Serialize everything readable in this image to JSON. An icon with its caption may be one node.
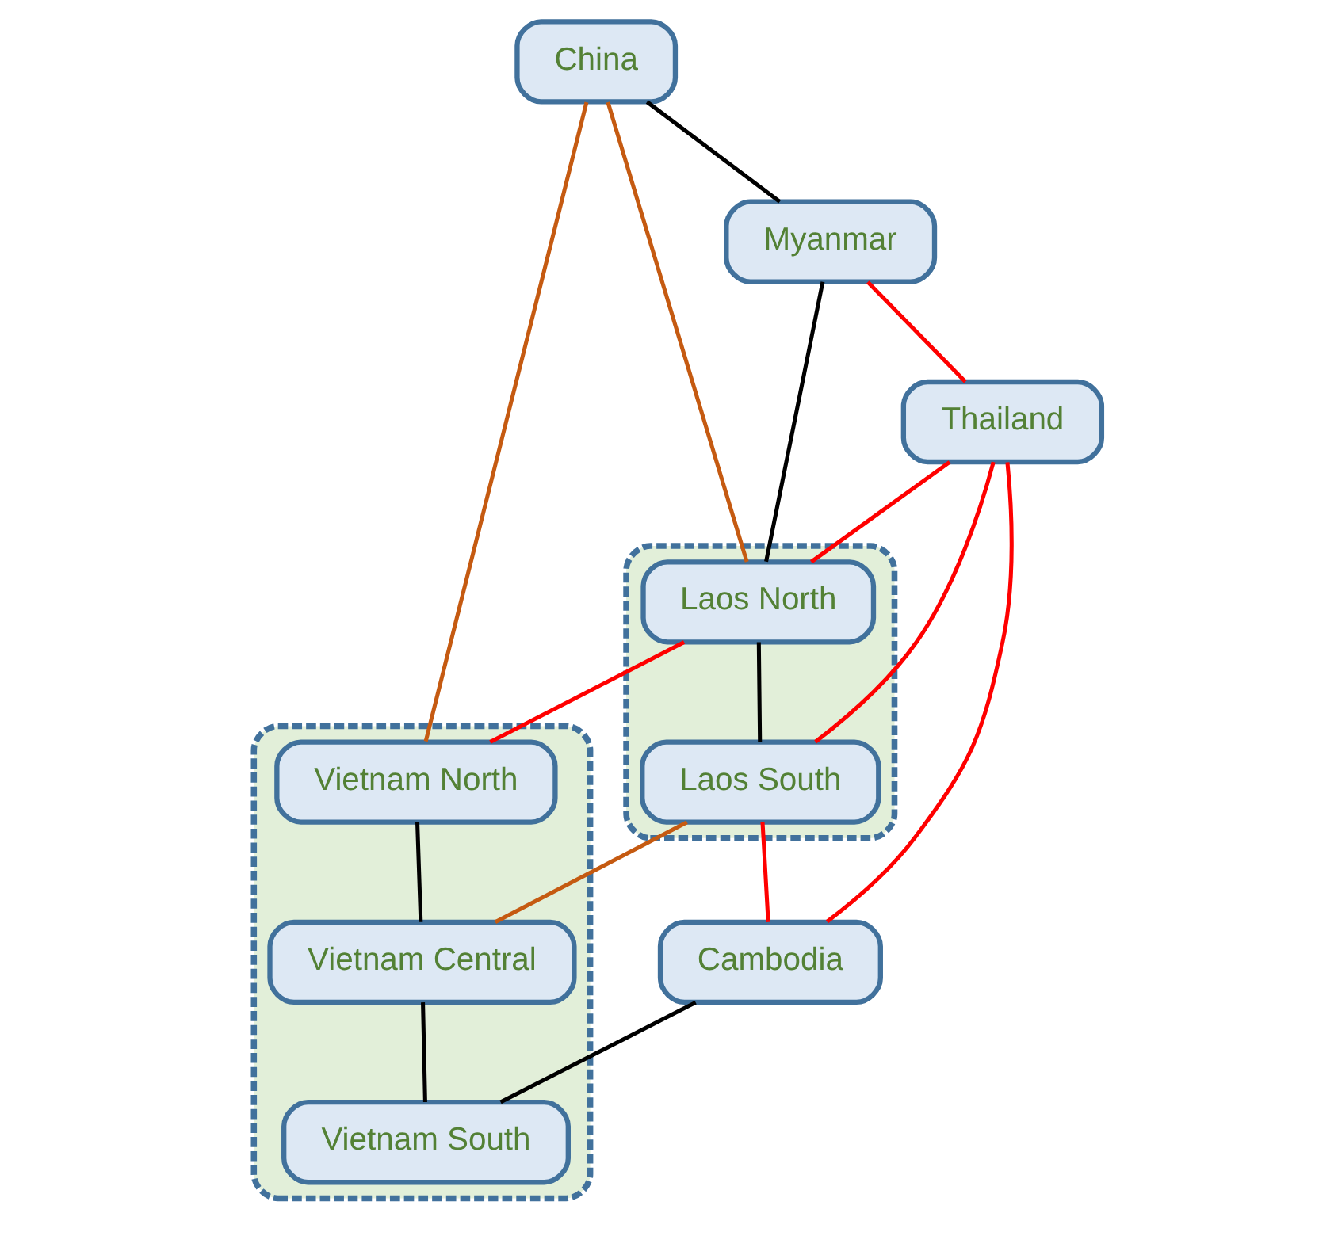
{
  "diagram": {
    "nodes": [
      {
        "text": [
          "China"
        ]
      },
      {
        "text": [],
        "shape": "box"
      },
      {
        "text": [
          "Laos North"
        ],
        "in": 1
      },
      {
        "text": [],
        "shape": "box"
      },
      {
        "text": [
          "Vietnam North"
        ],
        "in": 3
      },
      {
        "text": [
          "Myanmar"
        ]
      },
      {
        "text": [
          "Laos South"
        ],
        "in": 1
      },
      {
        "text": [
          "Vietnam Central"
        ],
        "in": 3
      },
      {
        "text": [
          "Thailand"
        ]
      },
      {
        "text": [
          "Cambodia"
        ]
      },
      {
        "text": [
          "Vietnam South"
        ],
        "in": 3
      }
    ],
    "edges": [
      {
        "from": 0,
        "to": 5,
        "arrow": "none",
        "color": "#000000"
      },
      {
        "from": 0,
        "to": 2,
        "arrow": "none",
        "color": "#c55a11"
      },
      {
        "from": 0,
        "to": 4,
        "arrow": "none",
        "color": "#c55a11"
      },
      {
        "from": 5,
        "to": 2,
        "arrow": "none",
        "color": "#000000"
      },
      {
        "from": 2,
        "to": 4,
        "arrow": "none",
        "color": "#ff0000"
      },
      {
        "from": 8,
        "to": 2,
        "arrow": "none",
        "color": "#ff0000"
      },
      {
        "from": 2,
        "to": 6,
        "arrow": "none",
        "color": "#000000"
      },
      {
        "from": 4,
        "to": 7,
        "arrow": "none",
        "color": "#000000"
      },
      {
        "from": 5,
        "to": 8,
        "arrow": "none",
        "color": "#ff0000"
      },
      {
        "from": 8,
        "to": 6,
        "arrow": "none",
        "color": "#ff0000"
      },
      {
        "from": 6,
        "to": 7,
        "arrow": "none",
        "color": "#c55a11"
      },
      {
        "from": 8,
        "to": 9,
        "arrow": "none",
        "color": "#ff0000"
      },
      {
        "from": 6,
        "to": 9,
        "arrow": "none",
        "color": "#ff0000"
      },
      {
        "from": 7,
        "to": 10,
        "arrow": "none",
        "color": "#000000"
      },
      {
        "from": 9,
        "to": 10,
        "arrow": "none",
        "color": "#000000"
      }
    ]
  }
}
